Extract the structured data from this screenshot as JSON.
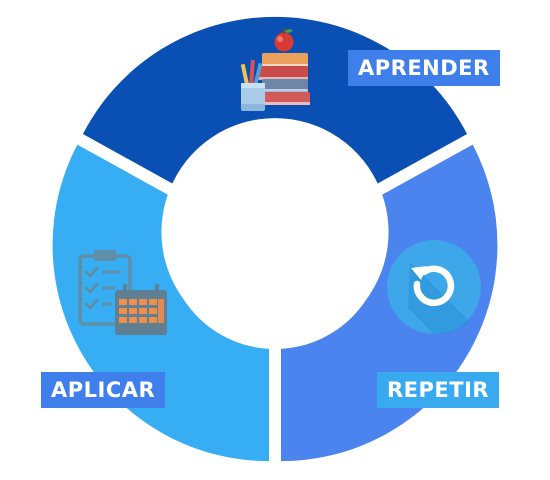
{
  "diagram": {
    "type": "cycle",
    "segments": [
      {
        "label": "APRENDER",
        "color": "#0a4fb3",
        "label_bg": "#3f7fec",
        "icon": "books-apple-pencil-cup-icon"
      },
      {
        "label": "REPETIR",
        "color": "#4b83ef",
        "label_bg": "#39a9f0",
        "icon": "repeat-arrow-icon"
      },
      {
        "label": "APLICAR",
        "color": "#37aef4",
        "label_bg": "#3f7fec",
        "icon": "clipboard-calendar-icon"
      }
    ]
  }
}
